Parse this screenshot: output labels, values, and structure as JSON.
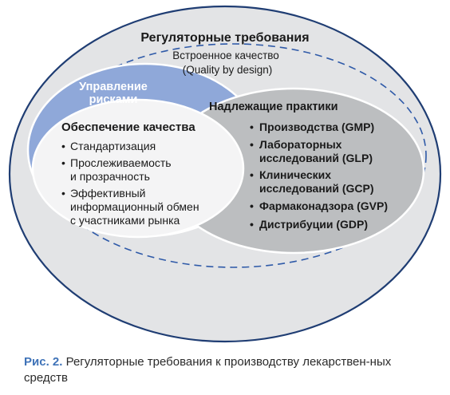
{
  "outer": {
    "title": "Регуляторные требования"
  },
  "builtin_quality": {
    "line1": "Встроенное качество",
    "line2": "(Quality by design)"
  },
  "risk_management": {
    "line1": "Управление",
    "line2": "рисками"
  },
  "good_practices": {
    "title": "Надлежащие практики",
    "items": [
      {
        "bullet": "•",
        "lines": [
          "Производства (GMP)"
        ]
      },
      {
        "bullet": "•",
        "lines": [
          "Лабораторных",
          "исследований (GLP)"
        ]
      },
      {
        "bullet": "•",
        "lines": [
          "Клинических",
          "исследований (GCP)"
        ]
      },
      {
        "bullet": "•",
        "lines": [
          "Фармаконадзора (GVP)"
        ]
      },
      {
        "bullet": "•",
        "lines": [
          "Дистрибуции (GDP)"
        ]
      }
    ]
  },
  "quality_assurance": {
    "title": "Обеспечение качества",
    "items": [
      {
        "bullet": "•",
        "lines": [
          "Стандартизация"
        ]
      },
      {
        "bullet": "•",
        "lines": [
          "Прослеживаемость",
          "и прозрачность"
        ]
      },
      {
        "bullet": "•",
        "lines": [
          "Эффективный",
          "информационный обмен",
          "с участниками рынка"
        ]
      }
    ]
  },
  "caption": {
    "label": "Рис. 2.",
    "text": "Регуляторные требования к производству лекарствен-ных средств"
  },
  "colors": {
    "outer_fill": "#e3e4e6",
    "outer_stroke": "#1f3d73",
    "risk_fill": "#8fa8d9",
    "practices_fill": "#bcbec0",
    "quality_fill": "#f4f4f5",
    "caption_accent": "#3f73b8"
  }
}
